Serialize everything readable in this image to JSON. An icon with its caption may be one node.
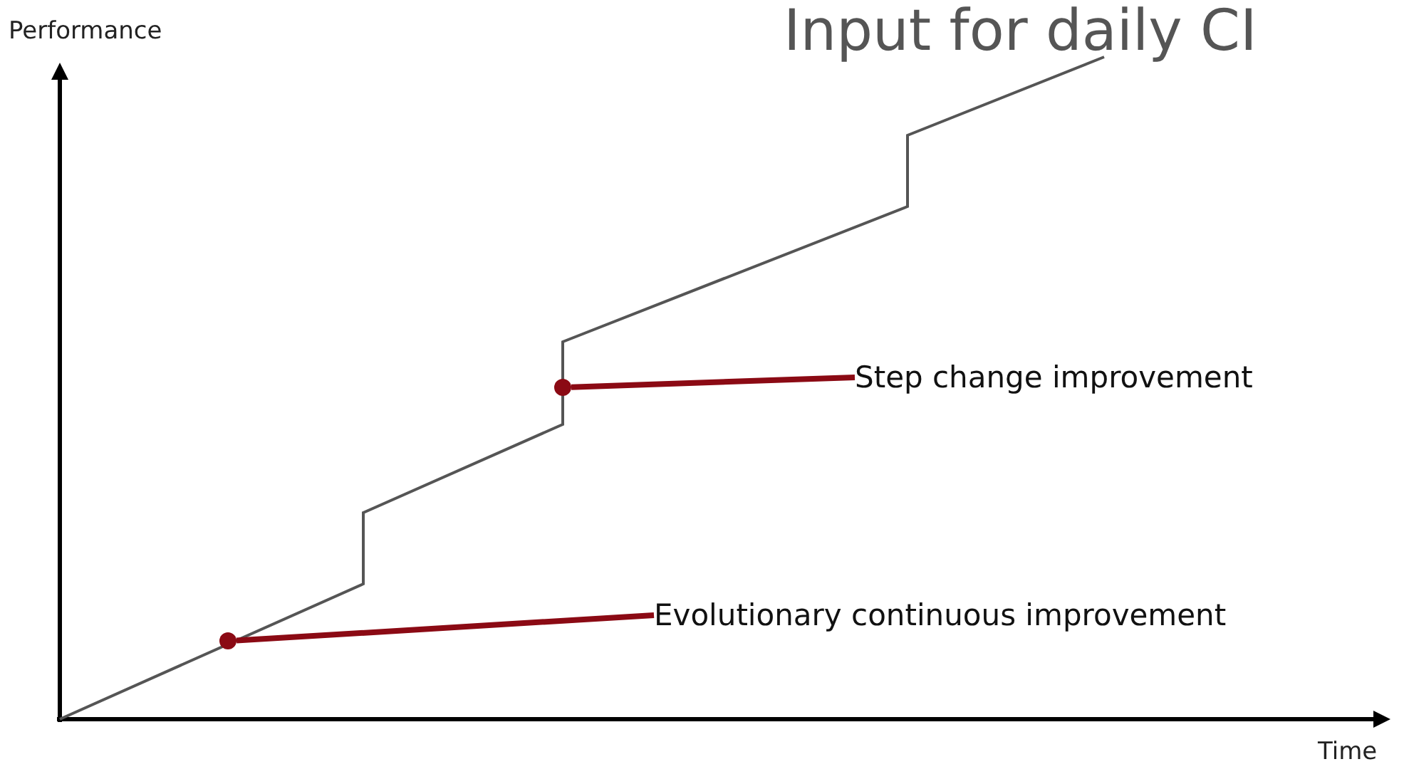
{
  "diagram": {
    "title": "Input for daily CI",
    "nodes": [
      {
        "text": [
          "Step change improvement"
        ]
      },
      {
        "text": [],
        "shape": "circle"
      },
      {
        "text": [
          "Evolutionary continuous improvement"
        ]
      },
      {
        "text": [],
        "shape": "circle"
      }
    ],
    "edges": [
      {
        "from": 0,
        "to": 1,
        "arrow": "none",
        "color": "#8b0a14"
      },
      {
        "from": 2,
        "to": 3,
        "arrow": "none",
        "color": "#8b0a14"
      }
    ],
    "labels": [
      "Performance",
      "Time"
    ]
  }
}
